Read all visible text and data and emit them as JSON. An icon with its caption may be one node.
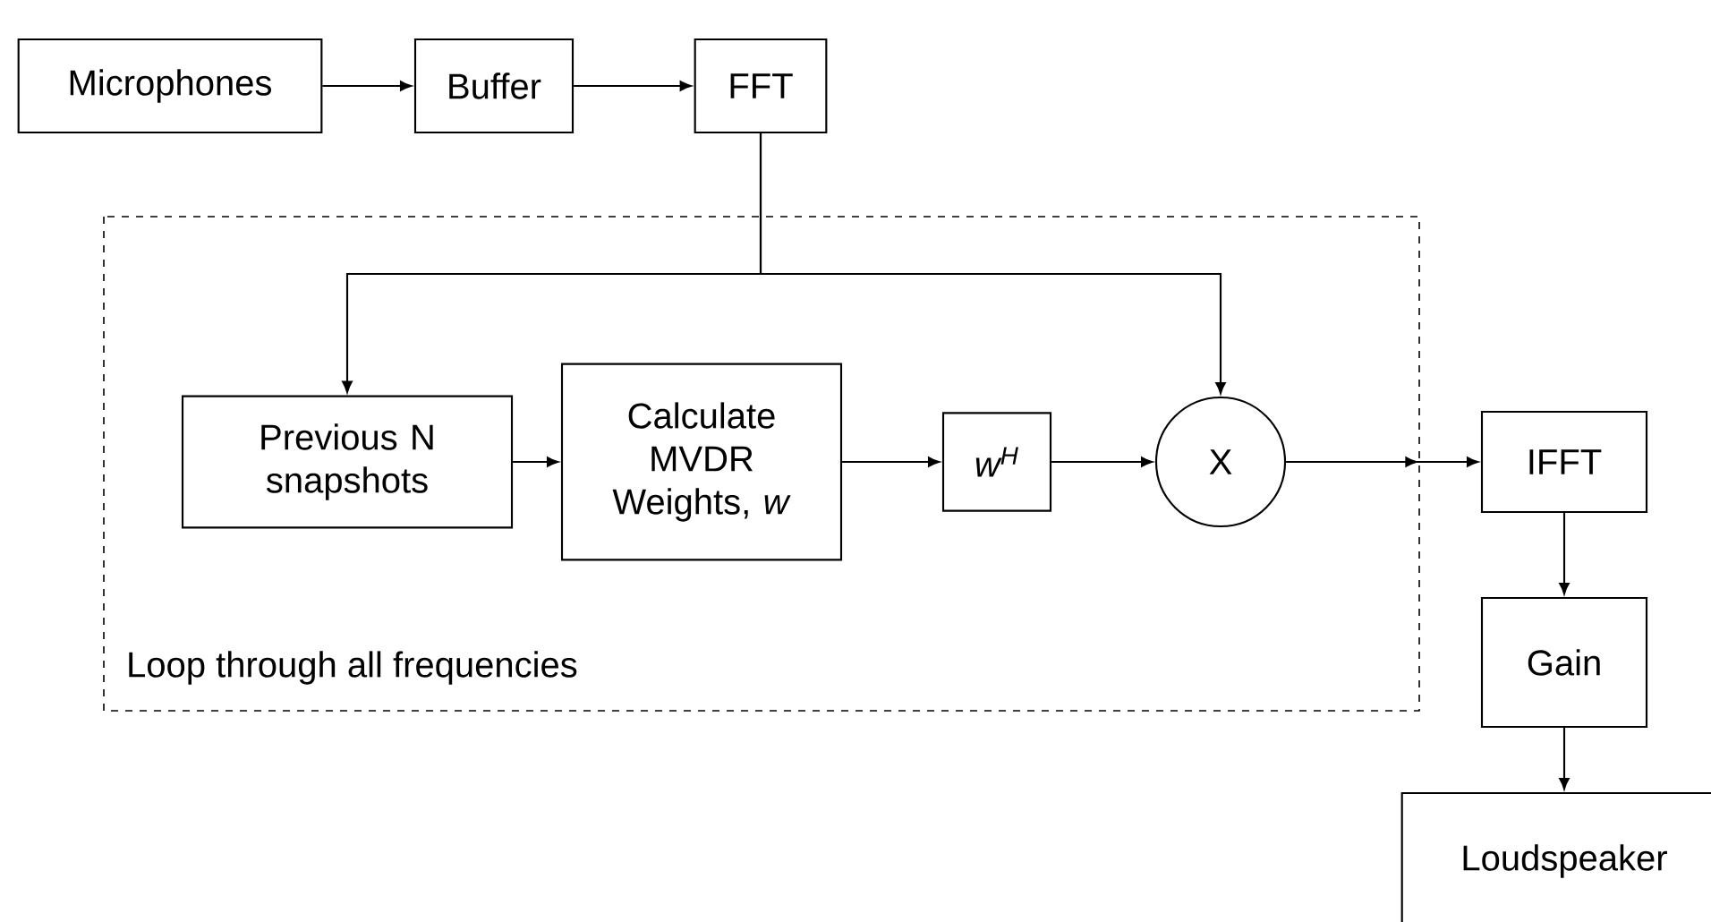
{
  "diagram": {
    "nodes": [
      {
        "text": [
          "Microphones"
        ]
      },
      {
        "text": [
          "Buffer"
        ]
      },
      {
        "text": [
          "FFT"
        ]
      },
      {
        "text": [
          "Loop through all frequencies"
        ]
      },
      {
        "text": [
          "Previous N snapshots"
        ],
        "in": 3
      },
      {
        "text": [
          "Calculate MVDR Weights, *w*"
        ],
        "in": 3
      },
      {
        "text": [
          "w$^{H}$"
        ],
        "in": 3
      },
      {
        "text": [
          "X"
        ],
        "in": 3
      },
      {
        "text": [
          "IFFT"
        ]
      },
      {
        "text": [
          "Gain"
        ]
      },
      {
        "text": [
          "Loudspeaker"
        ]
      }
    ],
    "edges": [
      {
        "from": 0,
        "to": 1,
        "arrow": "to"
      },
      {
        "from": 1,
        "to": 2,
        "arrow": "to"
      },
      {
        "from": 2,
        "to": 4,
        "arrow": "to"
      },
      {
        "from": 2,
        "to": 7,
        "arrow": "to"
      },
      {
        "from": 4,
        "to": 5,
        "arrow": "to"
      },
      {
        "from": 5,
        "to": 6,
        "arrow": "to"
      },
      {
        "from": 6,
        "to": 7,
        "arrow": "to"
      },
      {
        "from": 7,
        "to": 8,
        "arrow": "to"
      },
      {
        "from": 8,
        "to": 9,
        "arrow": "to"
      },
      {
        "from": 9,
        "to": 10,
        "arrow": "to"
      }
    ]
  }
}
